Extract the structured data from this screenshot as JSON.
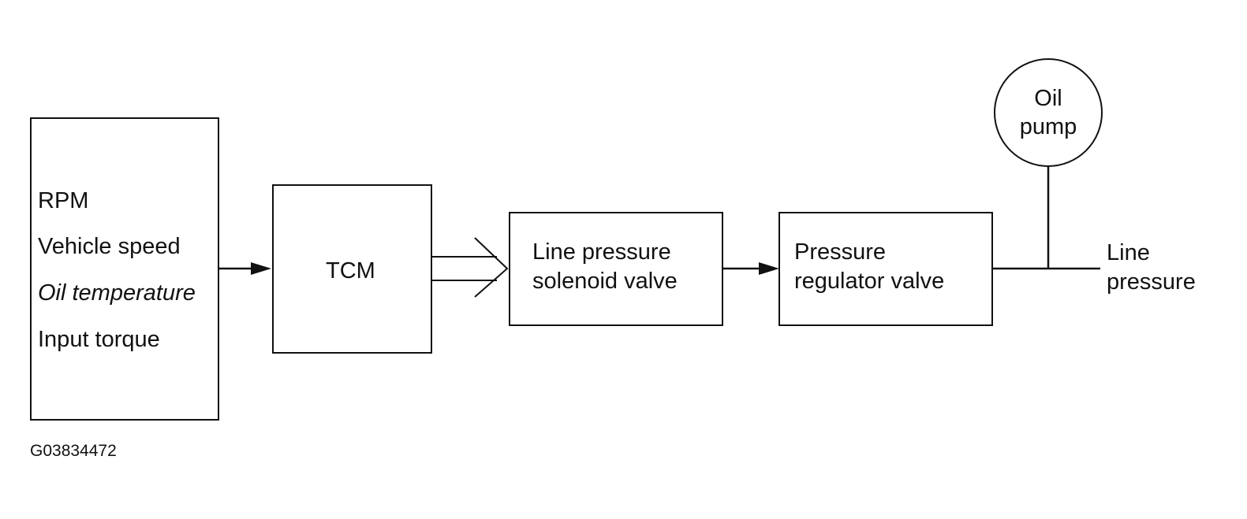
{
  "inputs": {
    "items": [
      "RPM",
      "Vehicle speed",
      "Oil temperature",
      "Input torque"
    ]
  },
  "tcm": {
    "label": "TCM"
  },
  "solenoid": {
    "line1": "Line pressure",
    "line2": "solenoid valve"
  },
  "regulator": {
    "line1": "Pressure",
    "line2": "regulator valve"
  },
  "pump": {
    "line1": "Oil",
    "line2": "pump"
  },
  "output": {
    "line1": "Line",
    "line2": "pressure"
  },
  "figure_id": "G03834472"
}
